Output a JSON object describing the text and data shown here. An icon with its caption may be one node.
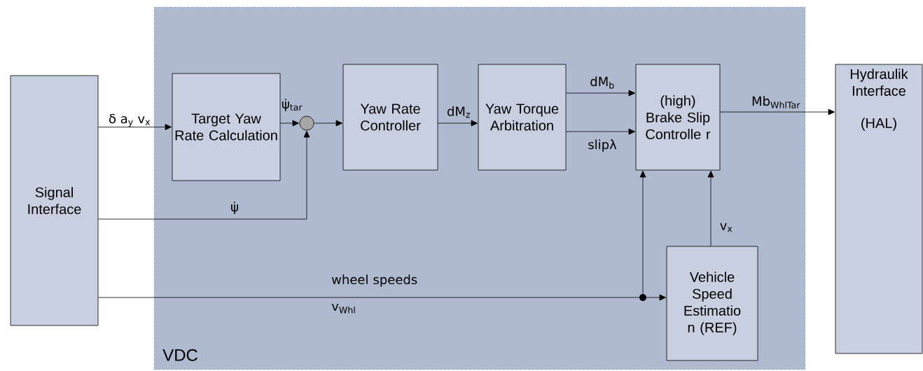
{
  "diagram": {
    "nodes": [
      {
        "text": [
          "VDC"
        ]
      },
      {
        "text": [
          "Signal Interface"
        ]
      },
      {
        "text": [
          "Target Yaw Rate Calculation"
        ],
        "in": 0
      },
      {
        "text": [],
        "shape": "circle",
        "in": 0
      },
      {
        "text": [
          "Yaw Rate Controller"
        ],
        "in": 0
      },
      {
        "text": [
          "Yaw Torque Arbitration"
        ],
        "in": 0
      },
      {
        "text": [
          "(high) Brake Slip Controlle r"
        ],
        "in": 0
      },
      {
        "text": [
          "Vehicle Speed Estimatio n (REF)"
        ],
        "in": 0
      },
      {
        "text": [
          "Hydraulik Interface",
          "(HAL)"
        ]
      },
      {
        "text": [],
        "shape": "circle",
        "in": 0
      }
    ],
    "edges": [
      {
        "from": 1,
        "to": 2,
        "arrow": "to",
        "label": "δ a$_{y}$ v$_{x}$"
      },
      {
        "from": 2,
        "to": 3,
        "arrow": "to",
        "label": "ψ̇$_{tar}$"
      },
      {
        "from": 3,
        "to": 4,
        "arrow": "to"
      },
      {
        "from": 1,
        "to": 3,
        "arrow": "to",
        "label": "ψ̇"
      },
      {
        "from": 4,
        "to": 5,
        "arrow": "to",
        "label": "dM$_{z}$"
      },
      {
        "from": 5,
        "to": 6,
        "arrow": "to",
        "label": "dM$_{b}$"
      },
      {
        "from": 5,
        "to": 6,
        "arrow": "to",
        "label": "slipλ"
      },
      {
        "from": 6,
        "to": 8,
        "arrow": "to",
        "label": "Mb$_{WhlTar}$"
      },
      {
        "from": 1,
        "to": 9,
        "arrow": "none",
        "label": "wheel speeds v$_{Whl}$"
      },
      {
        "from": 9,
        "to": 7,
        "arrow": "to"
      },
      {
        "from": 9,
        "to": 6,
        "arrow": "to"
      },
      {
        "from": 7,
        "to": 6,
        "arrow": "to",
        "label": "v$_{x}$"
      }
    ]
  }
}
